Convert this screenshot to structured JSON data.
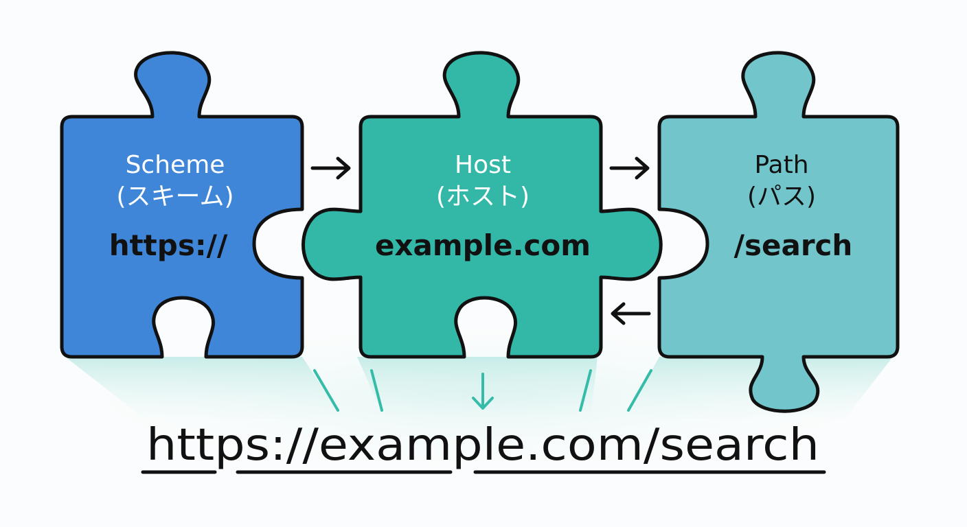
{
  "pieces": [
    {
      "title": "Scheme",
      "subtitle": "(スキーム)",
      "value": "https://",
      "fill": "#3f86d9",
      "title_color": "#ffffff"
    },
    {
      "title": "Host",
      "subtitle": "(ホスト)",
      "value": "example.com",
      "fill": "#33b8a8",
      "title_color": "#ffffff"
    },
    {
      "title": "Path",
      "subtitle": "(パス)",
      "value": "/search",
      "fill": "#72c6cb",
      "title_color": "#111111"
    }
  ],
  "combined_url": "https://example.com/search",
  "colors": {
    "outline": "#111111",
    "text_dark": "#111111",
    "connector": "#35bca9",
    "background": "#fbfcfd"
  },
  "icons": {
    "flow_arrow_right": "arrow-right-icon",
    "flow_arrow_left": "arrow-left-icon",
    "flow_arrow_down": "arrow-down-icon"
  }
}
